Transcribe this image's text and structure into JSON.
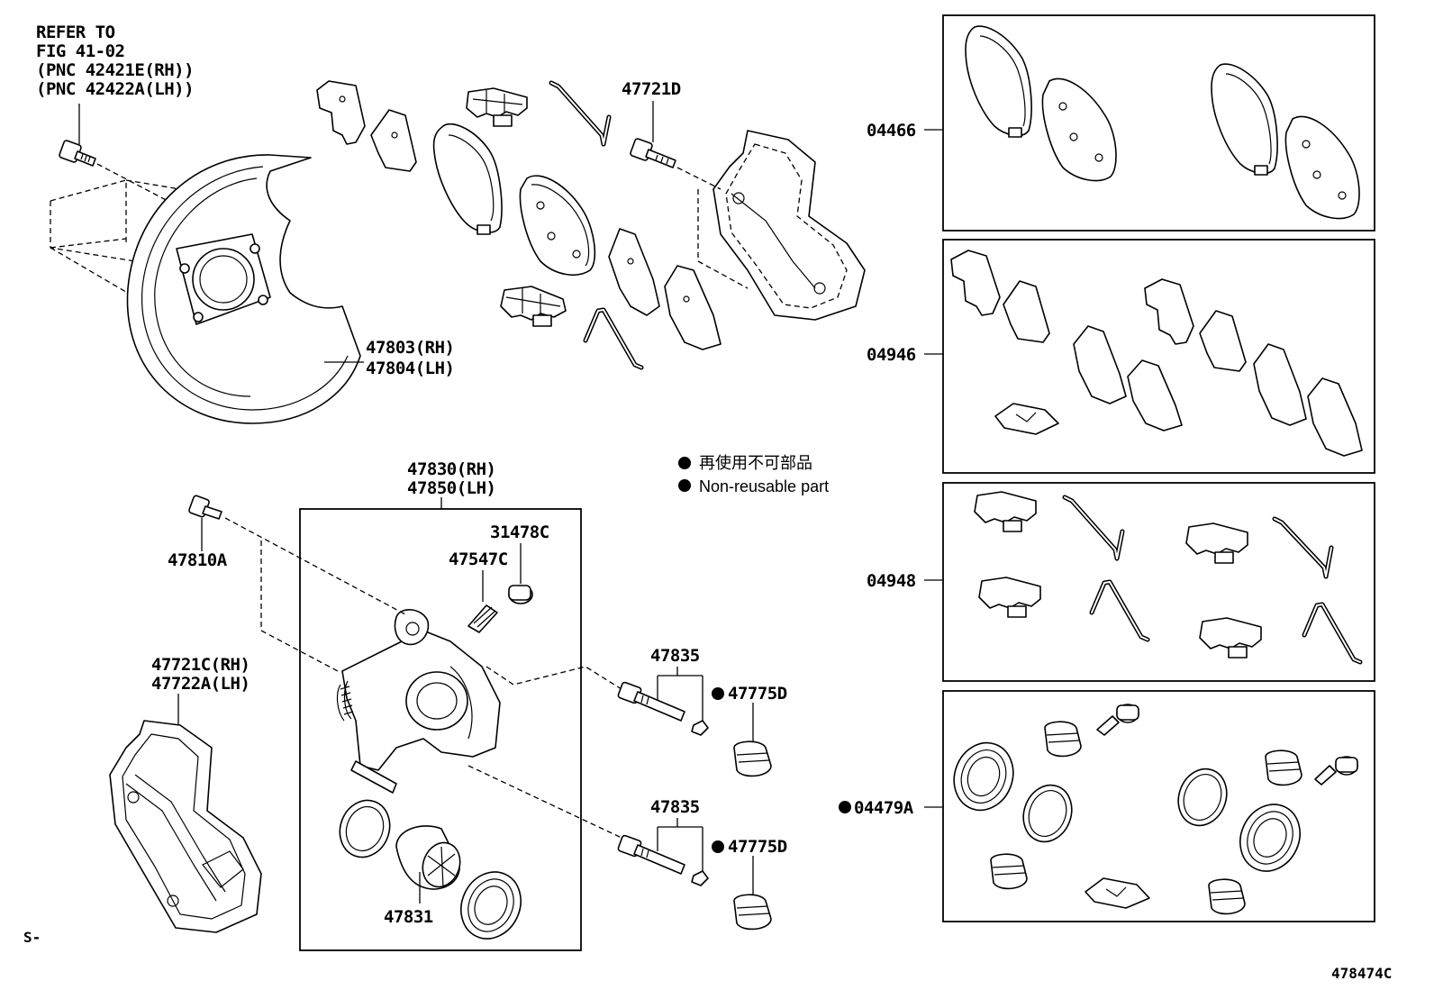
{
  "refer": {
    "line1": "REFER TO",
    "line2": "FIG 41-02",
    "line3": "(PNC 42421E(RH))",
    "line4": "(PNC 42422A(LH))"
  },
  "labels": {
    "p47721D": "47721D",
    "p47803": "47803(RH)",
    "p47804": "47804(LH)",
    "p47830": "47830(RH)",
    "p47850": "47850(LH)",
    "p31478C": "31478C",
    "p47547C": "47547C",
    "p47810A": "47810A",
    "p47721C": "47721C(RH)",
    "p47722A": "47722A(LH)",
    "p47835a": "47835",
    "p47835b": "47835",
    "p47775Da": "47775D",
    "p47775Db": "47775D",
    "p47831": "47831",
    "k04466": "04466",
    "k04946": "04946",
    "k04948": "04948",
    "k04479A": "04479A"
  },
  "legend": {
    "jp": "再使用不可部品",
    "en": "Non-reusable part"
  },
  "corner": {
    "left": "S-",
    "right": "478474C"
  },
  "colors": {
    "ink": "#000000",
    "paper": "#ffffff"
  }
}
